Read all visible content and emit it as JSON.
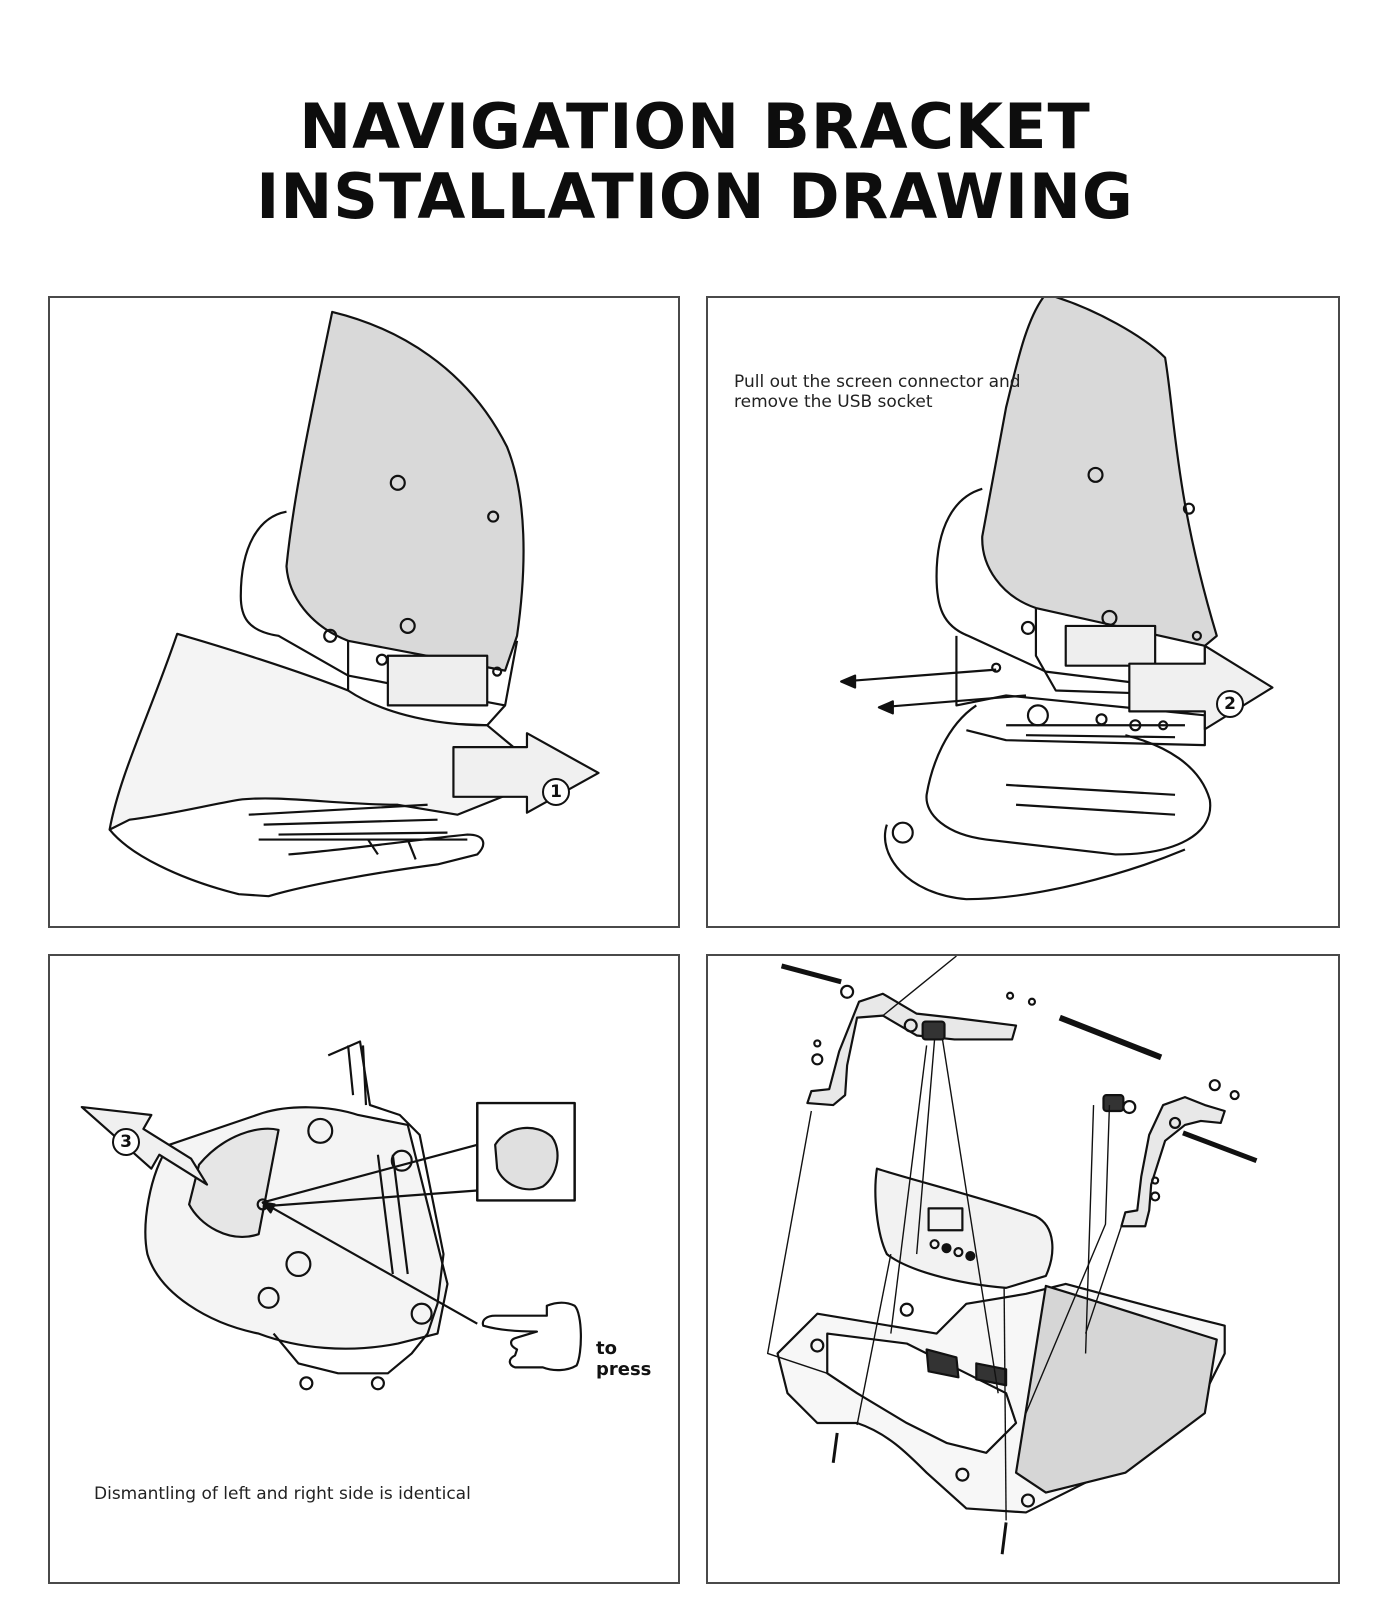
{
  "title": {
    "line1": "NAVIGATION BRACKET",
    "line2": "INSTALLATION DRAWING"
  },
  "panels": [
    {
      "step": "1",
      "caption": ""
    },
    {
      "step": "2",
      "caption": "Pull out the screen connector and remove the USB socket"
    },
    {
      "step": "3",
      "caption": "Dismantling of left and right side is identical",
      "press_label": "to press"
    },
    {
      "step": "",
      "caption": ""
    }
  ]
}
